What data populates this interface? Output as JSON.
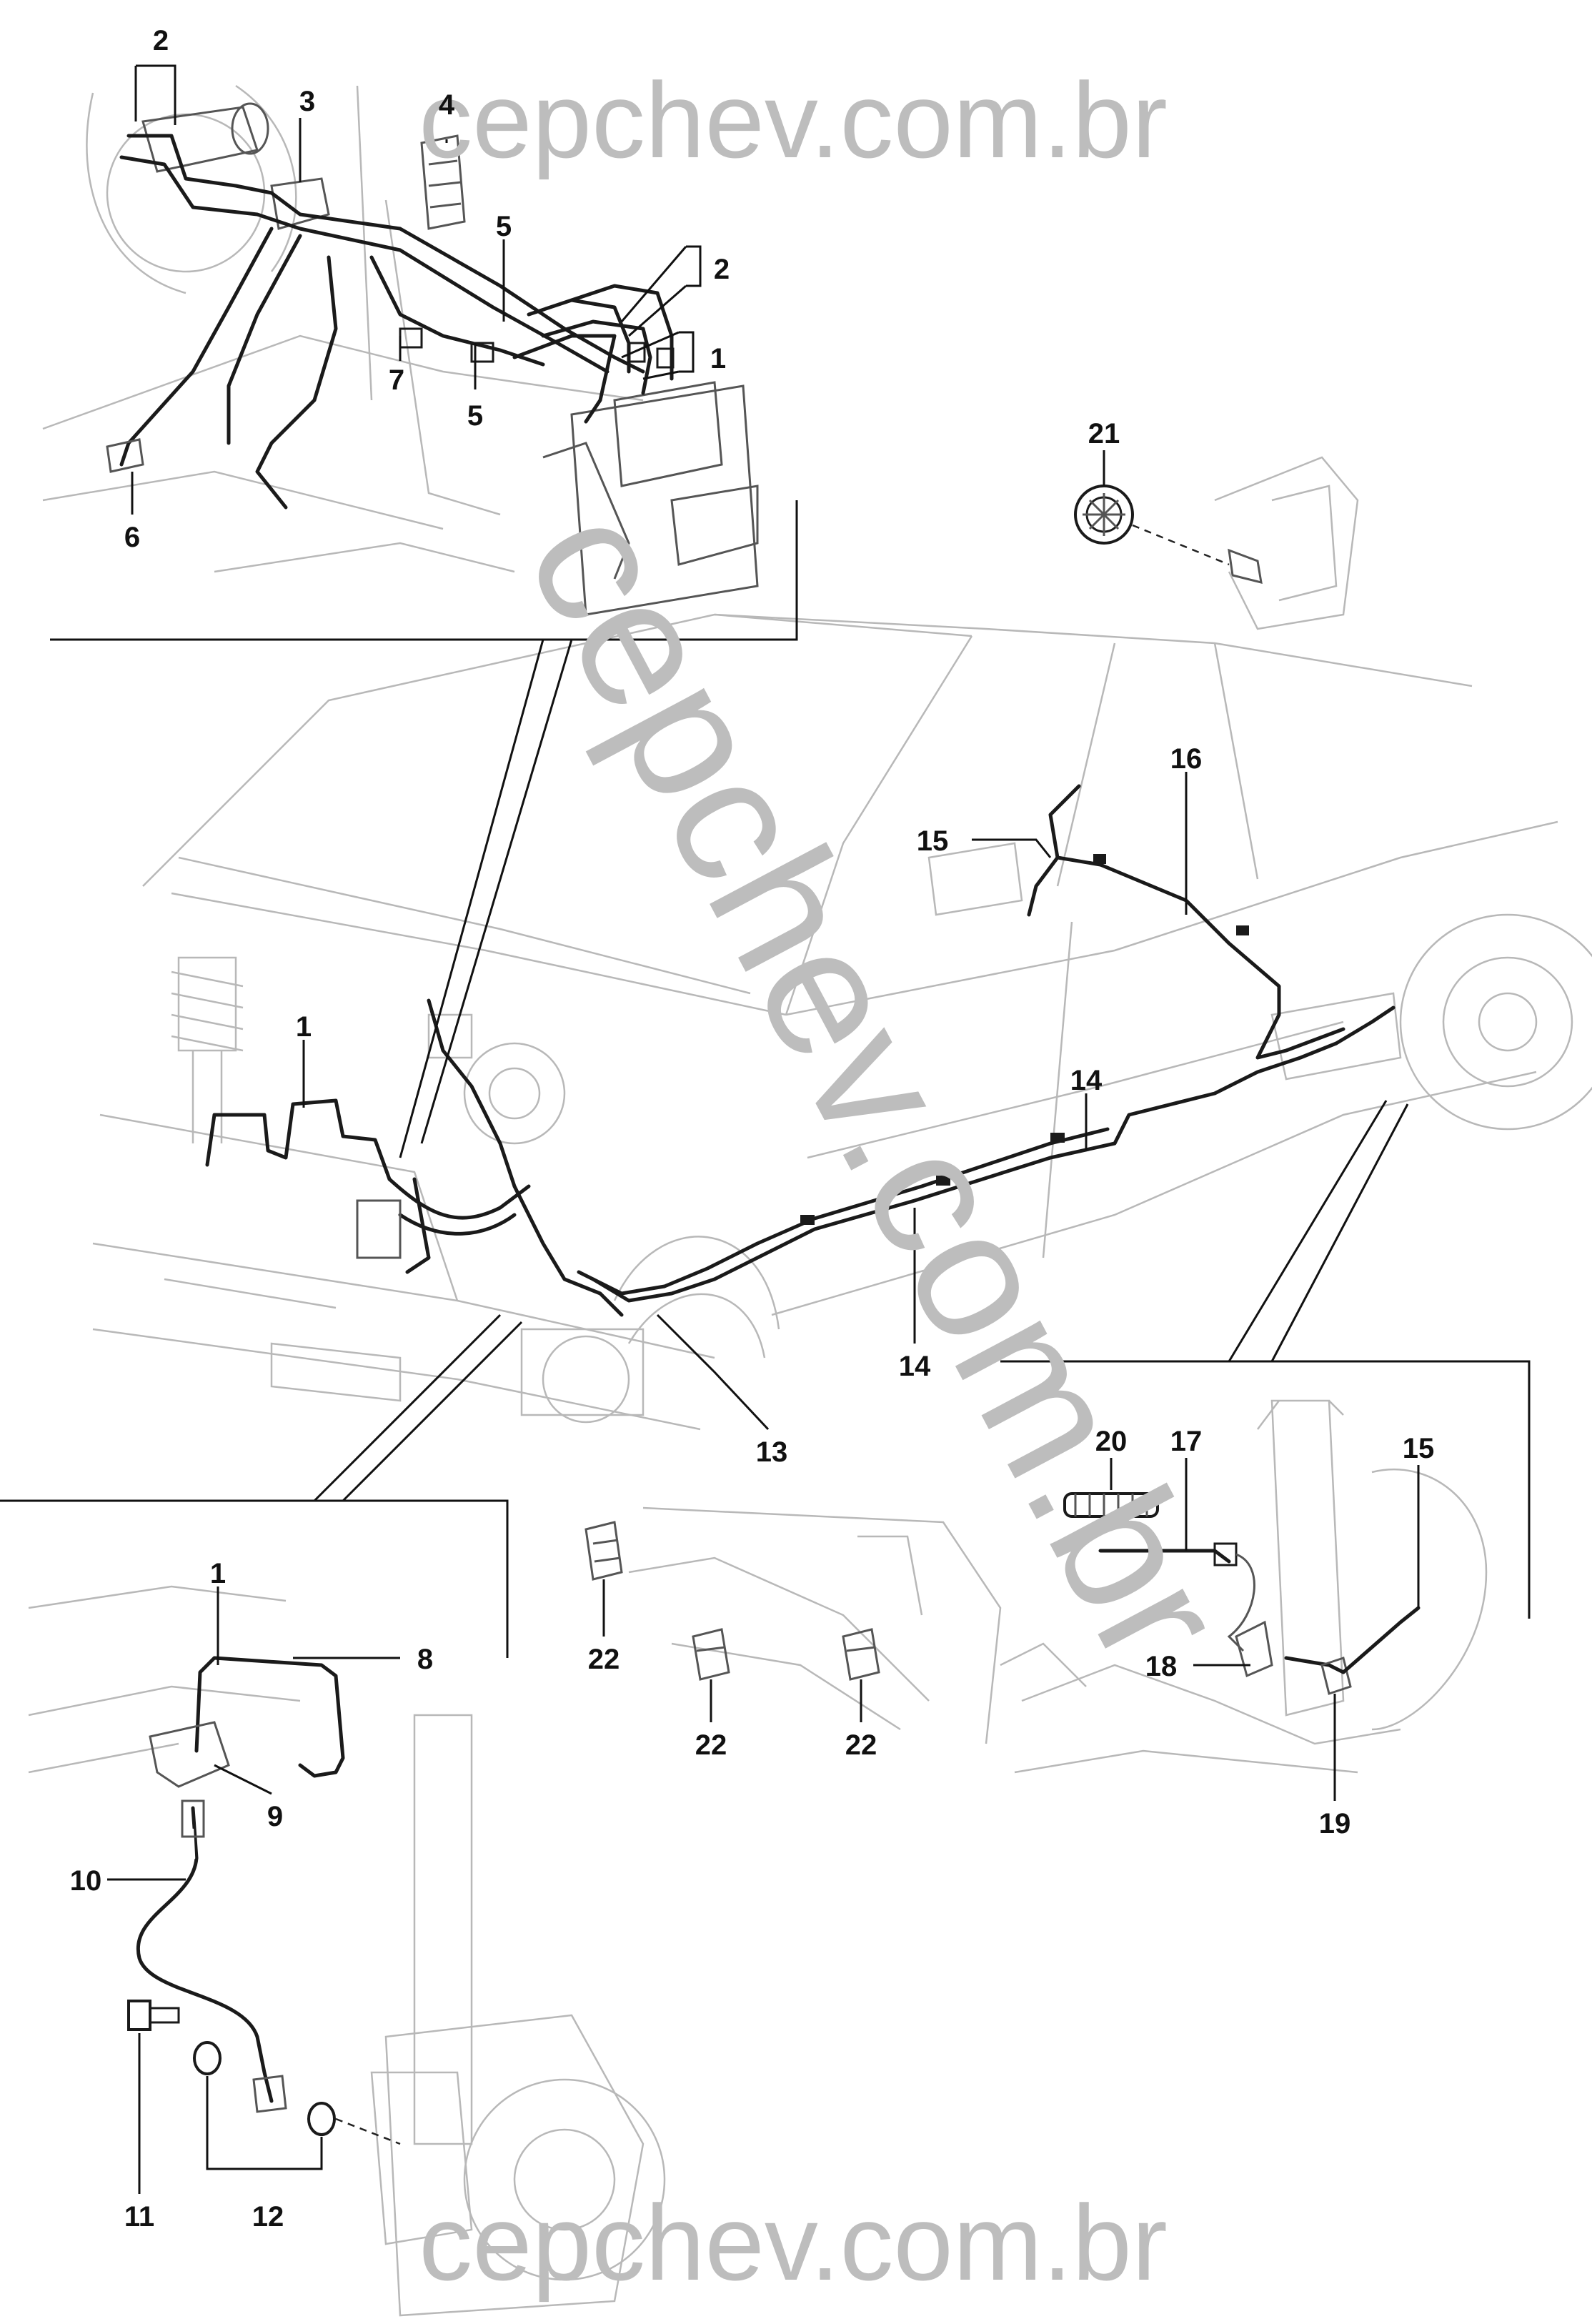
{
  "watermark": {
    "top_text": "cepchev.com.br",
    "bottom_text": "cepchev.com.br",
    "diagonal_text": "cepchev.com.br"
  },
  "callouts": {
    "inset_abs": {
      "c1": "1",
      "c2a": "2",
      "c2b": "2",
      "c3": "3",
      "c4": "4",
      "c5a": "5",
      "c5b": "5",
      "c6": "6",
      "c7": "7"
    },
    "inset_grommet": {
      "c21": "21"
    },
    "main_view": {
      "c1": "1",
      "c13": "13",
      "c14a": "14",
      "c14b": "14",
      "c15": "15",
      "c16": "16"
    },
    "inset_front_brake": {
      "c1": "1",
      "c8": "8",
      "c9": "9",
      "c10": "10",
      "c11": "11",
      "c12": "12"
    },
    "inset_clips": {
      "c22a": "22",
      "c22b": "22",
      "c22c": "22"
    },
    "inset_rear_brake": {
      "c15": "15",
      "c17": "17",
      "c18": "18",
      "c19": "19",
      "c20": "20"
    }
  },
  "colors": {
    "line": "#1a1a1a",
    "ghost": "#b8b8b8",
    "watermark": "#bdbdbd",
    "background": "#ffffff"
  }
}
